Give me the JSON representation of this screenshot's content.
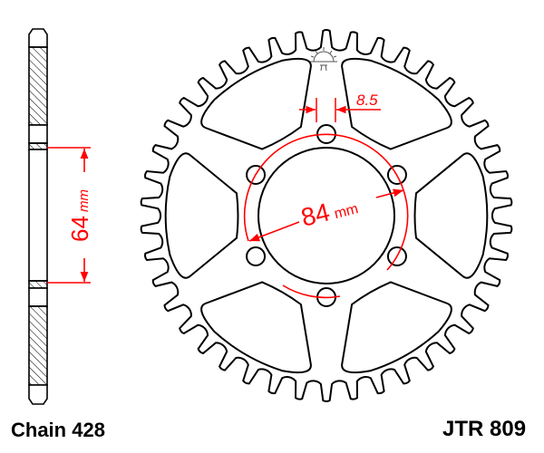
{
  "diagram": {
    "chain_label": "Chain 428",
    "part_number": "JTR 809",
    "dim_offset": {
      "value": "64",
      "unit": "mm"
    },
    "dim_pcd": {
      "value": "84",
      "unit": "mm"
    },
    "dim_bolt_hole": {
      "value": "8.5"
    },
    "colors": {
      "outline": "#000000",
      "dimension": "#ff0000"
    },
    "logo": "sun-logo-icon"
  }
}
